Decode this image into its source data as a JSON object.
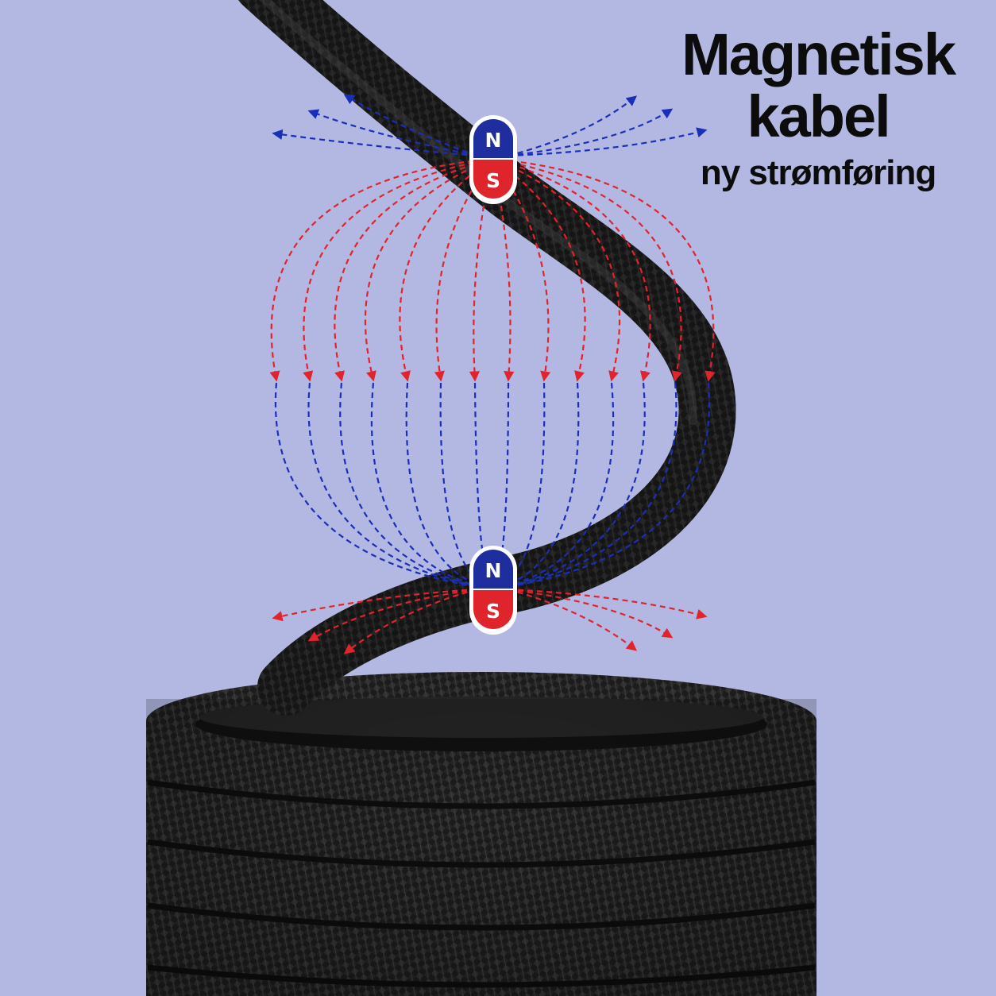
{
  "headline": {
    "title": "Magnetisk kabel",
    "subtitle": "ny strømføring"
  },
  "magnets": {
    "north_label": "N",
    "south_label": "S"
  },
  "colors": {
    "background": "#b3b8e2",
    "north": "#1f2e9e",
    "south": "#e0242b",
    "cable": "#1c1c1c",
    "field_blue": "#1a2fb8",
    "field_red": "#e3232b"
  }
}
